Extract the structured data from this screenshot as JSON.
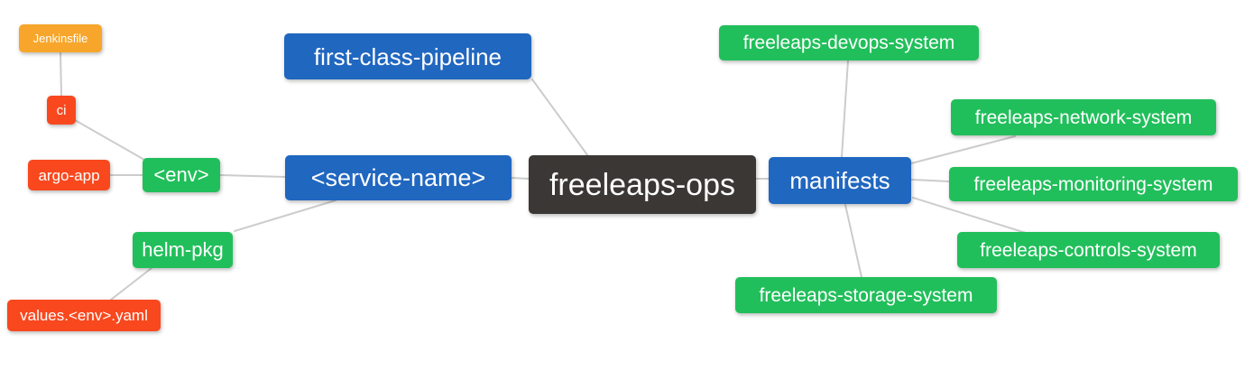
{
  "diagram": {
    "type": "mindmap",
    "root": "freeleaps-ops",
    "colors": {
      "root_bg": "#3B3735",
      "branch_bg": "#2067C0",
      "leaf_green_bg": "#21BF5B",
      "leaf_red_bg": "#F9481E",
      "leaf_orange_bg": "#F7A62B",
      "edge": "#CCCCCC",
      "text": "#FFFFFF",
      "background": "#FFFFFF"
    },
    "nodes": {
      "freeleaps_ops": {
        "label": "freeleaps-ops",
        "color": "dark"
      },
      "first_class_pipeline": {
        "label": "first-class-pipeline",
        "color": "blue"
      },
      "service_name": {
        "label": "<service-name>",
        "color": "blue"
      },
      "manifests": {
        "label": "manifests",
        "color": "blue"
      },
      "env": {
        "label": "<env>",
        "color": "green"
      },
      "helm_pkg": {
        "label": "helm-pkg",
        "color": "green"
      },
      "ci": {
        "label": "ci",
        "color": "red"
      },
      "argo_app": {
        "label": "argo-app",
        "color": "red"
      },
      "values_env_yaml": {
        "label": "values.<env>.yaml",
        "color": "red"
      },
      "jenkinsfile": {
        "label": "Jenkinsfile",
        "color": "orange"
      },
      "devops_system": {
        "label": "freeleaps-devops-system",
        "color": "green"
      },
      "network_system": {
        "label": "freeleaps-network-system",
        "color": "green"
      },
      "monitoring_system": {
        "label": "freeleaps-monitoring-system",
        "color": "green"
      },
      "controls_system": {
        "label": "freeleaps-controls-system",
        "color": "green"
      },
      "storage_system": {
        "label": "freeleaps-storage-system",
        "color": "green"
      }
    },
    "edges": [
      {
        "from": "freeleaps-ops",
        "to": "first-class-pipeline"
      },
      {
        "from": "freeleaps-ops",
        "to": "<service-name>"
      },
      {
        "from": "freeleaps-ops",
        "to": "manifests"
      },
      {
        "from": "<service-name>",
        "to": "<env>"
      },
      {
        "from": "<service-name>",
        "to": "helm-pkg"
      },
      {
        "from": "<env>",
        "to": "ci"
      },
      {
        "from": "<env>",
        "to": "argo-app"
      },
      {
        "from": "ci",
        "to": "Jenkinsfile"
      },
      {
        "from": "helm-pkg",
        "to": "values.<env>.yaml"
      },
      {
        "from": "manifests",
        "to": "freeleaps-devops-system"
      },
      {
        "from": "manifests",
        "to": "freeleaps-network-system"
      },
      {
        "from": "manifests",
        "to": "freeleaps-monitoring-system"
      },
      {
        "from": "manifests",
        "to": "freeleaps-controls-system"
      },
      {
        "from": "manifests",
        "to": "freeleaps-storage-system"
      }
    ]
  }
}
